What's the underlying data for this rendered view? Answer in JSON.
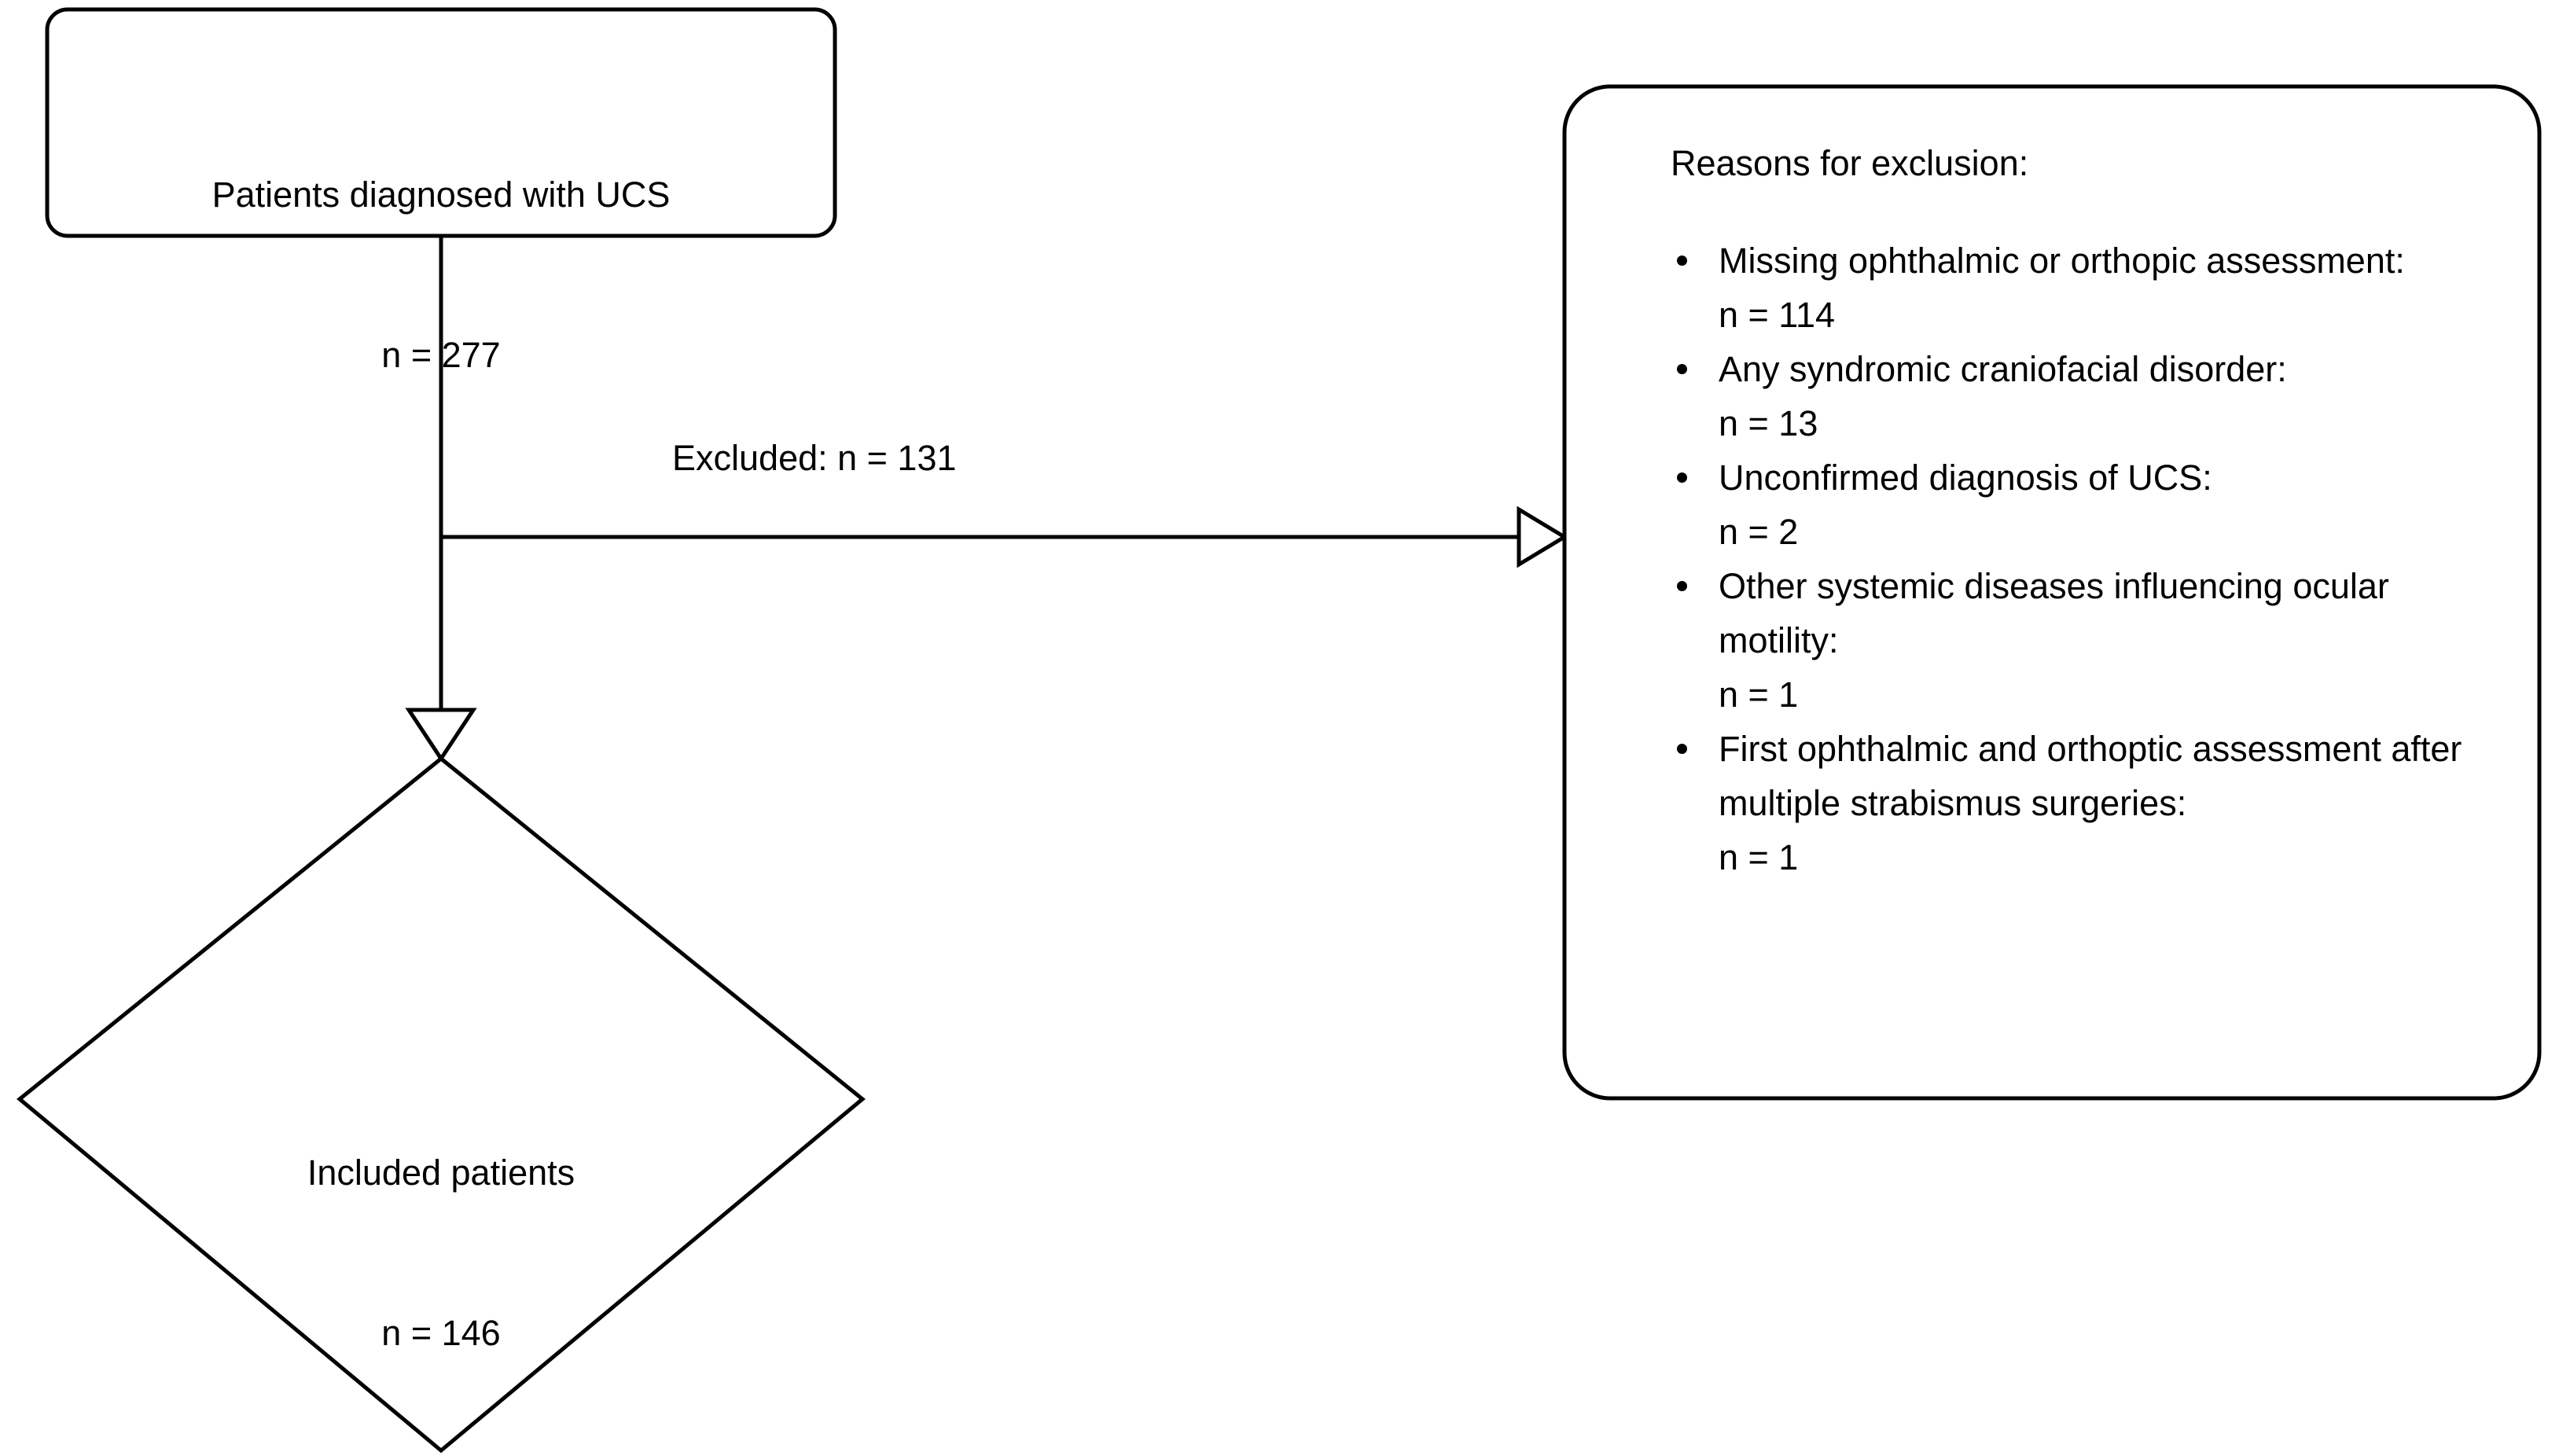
{
  "diagram": {
    "type": "study-flow-chart",
    "title": "Patient inclusion and exclusion flow",
    "stroke_color": "#000000",
    "background_color": "#ffffff",
    "source_node": {
      "shape": "rounded-rectangle",
      "label": "Patients diagnosed with UCS",
      "count_text": "n = 277",
      "count_value": 277
    },
    "excluded_edge": {
      "label": "Excluded: n = 131",
      "count_value": 131,
      "arrowhead": "open-triangle"
    },
    "included_node": {
      "shape": "diamond",
      "label": "Included patients",
      "count_text": "n = 146",
      "count_value": 146
    },
    "exclusion_panel": {
      "shape": "rounded-rectangle",
      "heading": "Reasons for exclusion:",
      "reasons": [
        {
          "label": "Missing ophthalmic or orthopic assessment:",
          "count_text": "n = 114",
          "count_value": 114
        },
        {
          "label": "Any syndromic craniofacial disorder:",
          "count_text": "n = 13",
          "count_value": 13
        },
        {
          "label": "Unconfirmed diagnosis of UCS:",
          "count_text": "n = 2",
          "count_value": 2
        },
        {
          "label": "Other systemic diseases influencing ocular motility:",
          "count_text": "n = 1",
          "count_value": 1
        },
        {
          "label": "First ophthalmic and orthoptic assessment after multiple strabismus surgeries:",
          "count_text": "n = 1",
          "count_value": 1
        }
      ]
    }
  }
}
